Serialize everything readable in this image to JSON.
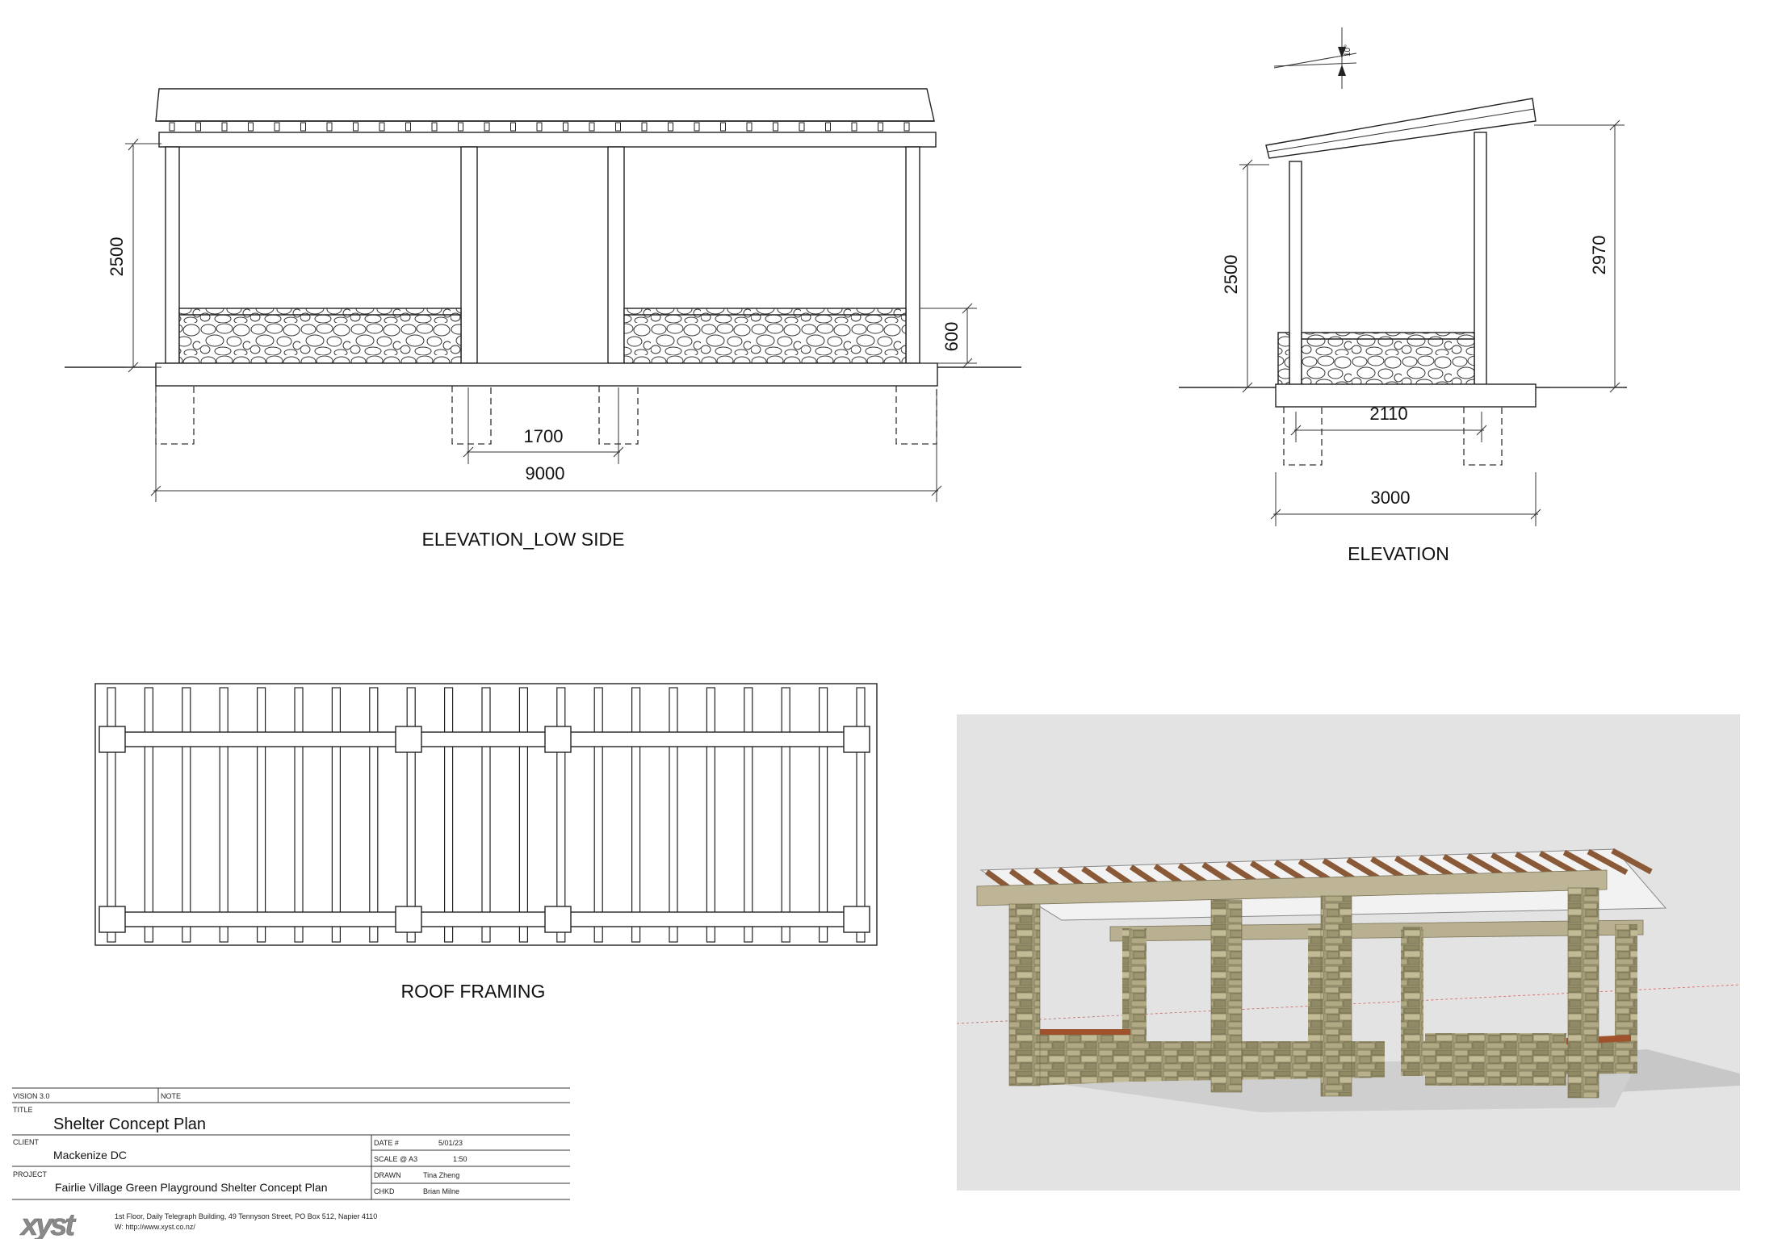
{
  "views": {
    "elevation_low_side": {
      "title": "ELEVATION_LOW SIDE",
      "dim_height": "2500",
      "dim_wall": "600",
      "dim_bay": "1700",
      "dim_overall": "9000"
    },
    "elevation": {
      "title": "ELEVATION",
      "dim_height_low": "2500",
      "dim_height_high": "2970",
      "dim_post_spacing": "2110",
      "dim_overall": "3000",
      "roof_pitch": "10°"
    },
    "roof_framing": {
      "title": "ROOF FRAMING"
    },
    "render": {
      "background": "#e3e3e3",
      "stone_color": "#a29b76",
      "timber_color": "#8a5a38",
      "roof_color": "#f0f0f0"
    }
  },
  "title_block": {
    "vision_label": "VISION 3.0",
    "note_label": "NOTE",
    "title_label": "TITLE",
    "title": "Shelter Concept Plan",
    "client_label": "CLIENT",
    "client": "Mackenize DC",
    "date_label": "DATE #",
    "date": "5/01/23",
    "scale_label": "SCALE @ A3",
    "scale": "1:50",
    "project_label": "PROJECT",
    "project": "Fairlie Village Green Playground Shelter Concept Plan",
    "drawn_label": "DRAWN",
    "drawn": "Tina Zheng",
    "checked_label": "CHKD",
    "checked": "Brian Milne",
    "logo": "xyst",
    "address": "1st Floor, Daily Telegraph Building, 49 Tennyson Street, PO Box 512, Napier 4110",
    "web": "W: http://www.xyst.co.nz/"
  }
}
